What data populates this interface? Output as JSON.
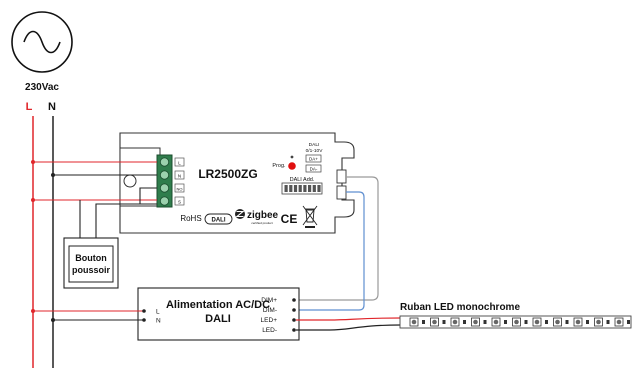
{
  "diagram": {
    "supply_label": "230Vac",
    "phase_label": "L",
    "neutral_label": "N",
    "colors": {
      "live": "#e0262b",
      "neutral": "#222222",
      "dali_gray": "#9a9a9a",
      "dali_blue": "#5f8fd0",
      "terminal_green": "#2f7d4c",
      "prog_led": "#e01010"
    },
    "controller": {
      "model": "LR2500ZG",
      "prog_label": "Prog.",
      "dali_header_line1": "DALI",
      "dali_header_line2": "0/1-10V",
      "dali_box1": "DA+",
      "dali_box2": "DA-",
      "dali_addr_label": "DALI Add.",
      "terminal_labels": [
        "L",
        "N",
        "NO",
        "S"
      ],
      "rohs_label": "RoHS",
      "dali_logo": "DALI",
      "zigbee_label": "zigbee",
      "zigbee_sub": "certified product",
      "ce_label": "CE"
    },
    "pushbutton": {
      "line1": "Bouton",
      "line2": "poussoir"
    },
    "psu": {
      "title_line1": "Alimentation AC/DC",
      "title_line2": "DALI",
      "input_L": "L",
      "input_N": "N",
      "out_dim_plus": "DIM+",
      "out_dim_minus": "DIM-",
      "out_led_plus": "LED+",
      "out_led_minus": "LED-"
    },
    "strip": {
      "label": "Ruban LED monochrome"
    }
  }
}
